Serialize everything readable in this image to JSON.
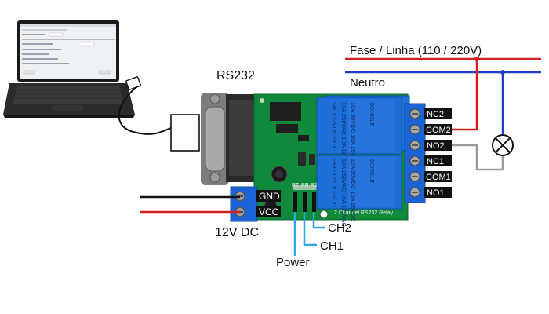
{
  "labels": {
    "rs232": "RS232",
    "fase_linha": "Fase / Linha (110 / 220V)",
    "neutro": "Neutro",
    "power_input": "12V DC",
    "ch1": "CH1",
    "ch2": "CH2",
    "power_led": "Power"
  },
  "power_pins": {
    "gnd": "GND",
    "vcc": "VCC"
  },
  "relay_pins": [
    "NC2",
    "COM2",
    "NO2",
    "NC1",
    "COM1",
    "NO1"
  ],
  "board": {
    "title": "2 Channel RS232 Relay",
    "relay_lines": [
      "SRD-12VDC-SL-C",
      "10A 250VAC 10A 125VAC",
      "10A 30VDC 10A 28VDC",
      "SONGLE"
    ],
    "led_marks": [
      "RT",
      "PR",
      "R1"
    ]
  },
  "colors": {
    "phase": "#d62020",
    "neutral": "#1f3fc9",
    "load_wire": "#9a9a9a",
    "board": "#0f8a3a",
    "relay": "#1d6fd8",
    "terminal": "#1c64d6",
    "led_wire": "#29a9e0"
  },
  "icons": {
    "laptop": "laptop-icon",
    "lamp": "lamp-icon",
    "db9": "db9-connector-icon"
  }
}
